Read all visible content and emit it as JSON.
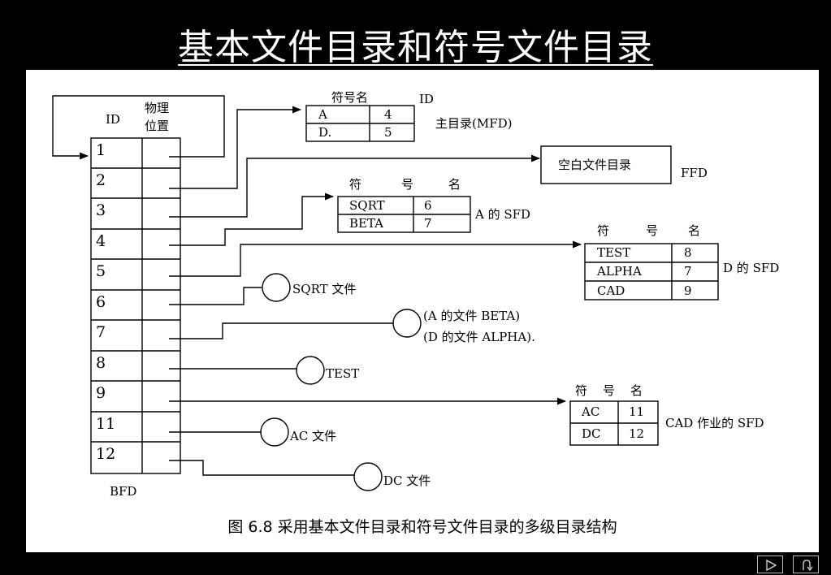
{
  "slide": {
    "title": "基本文件目录和符号文件目录"
  },
  "diagram": {
    "bfd": {
      "header_id": "ID",
      "header_loc_line1": "物理",
      "header_loc_line2": "位置",
      "rows": [
        "1",
        "2",
        "3",
        "4",
        "5",
        "6",
        "7",
        "8",
        "9",
        "11",
        "12"
      ],
      "label": "BFD"
    },
    "mfd": {
      "header_name": "符号名",
      "header_id": "ID",
      "rows": [
        {
          "name": "A",
          "id": "4"
        },
        {
          "name": "D.",
          "id": "5"
        }
      ],
      "label": "主目录(MFD)"
    },
    "ffd": {
      "box_text": "空白文件目录",
      "label": "FFD"
    },
    "sfd_a": {
      "h1": "符",
      "h2": "号",
      "h3": "名",
      "rows": [
        {
          "name": "SQRT",
          "id": "6"
        },
        {
          "name": "BETA",
          "id": "7"
        }
      ],
      "label": "A 的 SFD"
    },
    "sfd_d": {
      "h1": "符",
      "h2": "号",
      "h3": "名",
      "rows": [
        {
          "name": "TEST",
          "id": "8"
        },
        {
          "name": "ALPHA",
          "id": "7"
        },
        {
          "name": "CAD",
          "id": "9"
        }
      ],
      "label": "D 的 SFD"
    },
    "sfd_cad": {
      "h1": "符",
      "h2": "号",
      "h3": "名",
      "rows": [
        {
          "name": "AC",
          "id": "11"
        },
        {
          "name": "DC",
          "id": "12"
        }
      ],
      "label": "CAD 作业的 SFD"
    },
    "files": {
      "sqrt": "SQRT 文件",
      "beta_alpha_line1": "(A 的文件 BETA)",
      "beta_alpha_line2": "(D 的文件 ALPHA).",
      "test": "TEST",
      "ac": "AC 文件",
      "dc": "DC 文件"
    },
    "caption": "图 6.8 采用基本文件目录和符号文件目录的多级目录结构"
  },
  "nav": {
    "next_icon": "play-triangle-icon",
    "return_icon": "return-arrow-icon"
  }
}
